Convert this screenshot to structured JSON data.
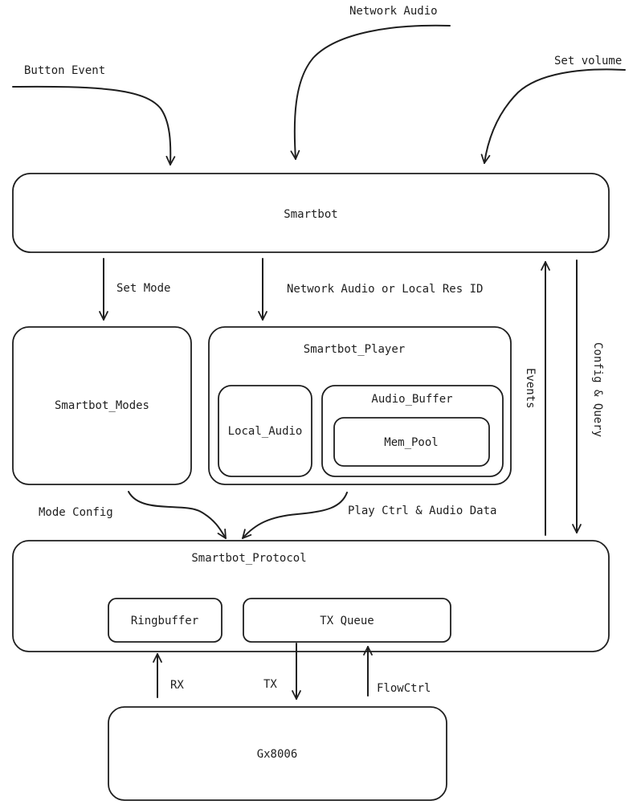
{
  "nodes": {
    "smartbot": "Smartbot",
    "modes": "Smartbot_Modes",
    "player": "Smartbot_Player",
    "local_audio": "Local_Audio",
    "audio_buffer": "Audio_Buffer",
    "mem_pool": "Mem_Pool",
    "protocol": "Smartbot_Protocol",
    "ringbuffer": "Ringbuffer",
    "tx_queue": "TX Queue",
    "gx8006": "Gx8006"
  },
  "edges": {
    "button_event": "Button Event",
    "network_audio": "Network Audio",
    "set_volume": "Set volume",
    "set_mode": "Set Mode",
    "network_audio_or_res": "Network Audio or Local Res ID",
    "events": "Events",
    "config_query": "Config & Query",
    "mode_config": "Mode Config",
    "play_ctrl": "Play Ctrl & Audio Data",
    "rx": "RX",
    "tx": "TX",
    "flowctrl": "FlowCtrl"
  }
}
